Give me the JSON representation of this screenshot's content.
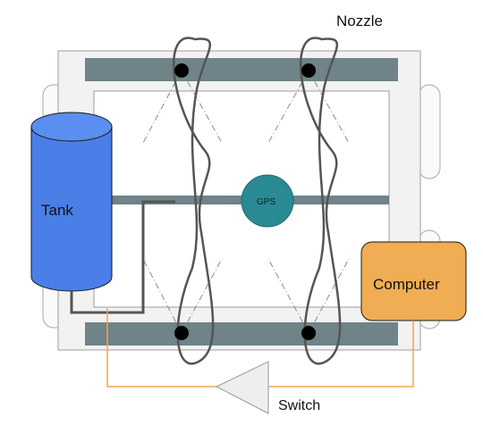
{
  "labels": {
    "nozzle": "Nozzle",
    "tank": "Tank",
    "gps": "GPS",
    "computer": "Computer",
    "switch": "Switch"
  },
  "colors": {
    "frame_fill": "#f2f2f2",
    "frame_stroke": "#9e9e9e",
    "beam": "#6f8389",
    "tank_fill": "#4a7fe8",
    "tank_top": "#5a8ef0",
    "gps_fill": "#2a8a93",
    "computer_fill": "#f0ad53",
    "wire_orange": "#f2a54a",
    "pipe_dark": "#555555",
    "nozzle_dot": "#000000"
  }
}
